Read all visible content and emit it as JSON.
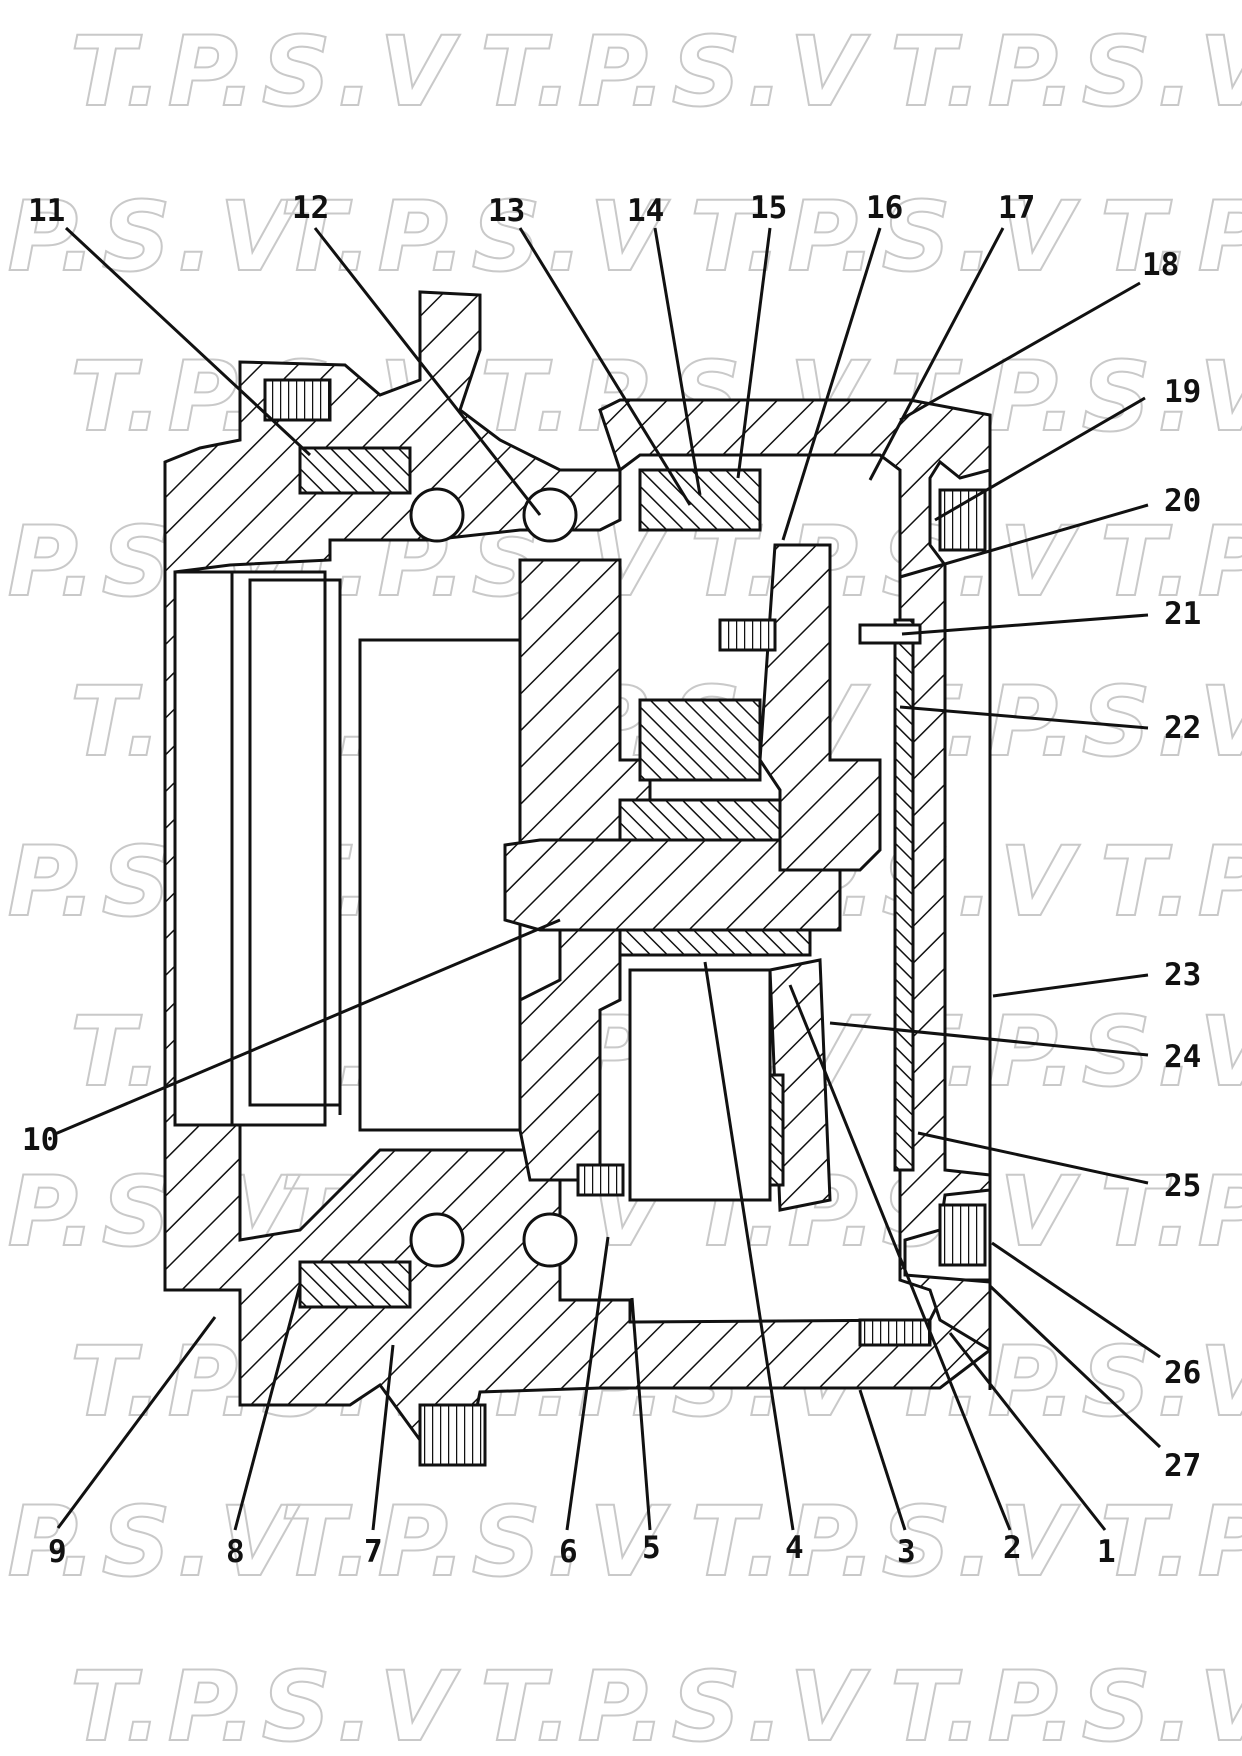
{
  "watermark": {
    "text": "T.P.S.V"
  },
  "callouts": [
    {
      "id": "1",
      "label": "1"
    },
    {
      "id": "2",
      "label": "2"
    },
    {
      "id": "3",
      "label": "3"
    },
    {
      "id": "4",
      "label": "4"
    },
    {
      "id": "5",
      "label": "5"
    },
    {
      "id": "6",
      "label": "6"
    },
    {
      "id": "7",
      "label": "7"
    },
    {
      "id": "8",
      "label": "8"
    },
    {
      "id": "9",
      "label": "9"
    },
    {
      "id": "10",
      "label": "10"
    },
    {
      "id": "11",
      "label": "11"
    },
    {
      "id": "12",
      "label": "12"
    },
    {
      "id": "13",
      "label": "13"
    },
    {
      "id": "14",
      "label": "14"
    },
    {
      "id": "15",
      "label": "15"
    },
    {
      "id": "16",
      "label": "16"
    },
    {
      "id": "17",
      "label": "17"
    },
    {
      "id": "18",
      "label": "18"
    },
    {
      "id": "19",
      "label": "19"
    },
    {
      "id": "20",
      "label": "20"
    },
    {
      "id": "21",
      "label": "21"
    },
    {
      "id": "22",
      "label": "22"
    },
    {
      "id": "23",
      "label": "23"
    },
    {
      "id": "24",
      "label": "24"
    },
    {
      "id": "25",
      "label": "25"
    },
    {
      "id": "26",
      "label": "26"
    },
    {
      "id": "27",
      "label": "27"
    }
  ]
}
